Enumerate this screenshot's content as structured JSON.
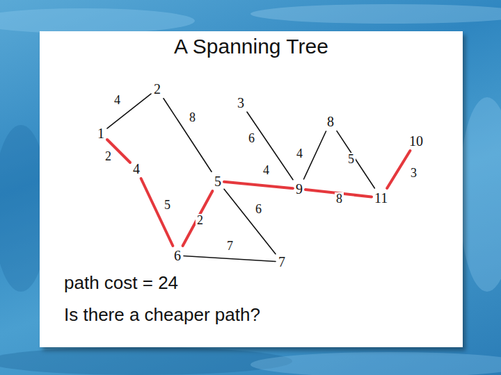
{
  "diagram": {
    "title": "A Spanning Tree",
    "nodes": [
      {
        "text": [
          "1"
        ]
      },
      {
        "text": [
          "2"
        ]
      },
      {
        "text": [
          "3"
        ]
      },
      {
        "text": [
          "4"
        ]
      },
      {
        "text": [
          "5"
        ]
      },
      {
        "text": [
          "6"
        ]
      },
      {
        "text": [
          "7"
        ]
      },
      {
        "text": [
          "8"
        ]
      },
      {
        "text": [
          "9"
        ]
      },
      {
        "text": [
          "10"
        ]
      },
      {
        "text": [
          "11"
        ]
      }
    ],
    "edges": [
      {
        "from": 0,
        "to": 1,
        "label": "4",
        "arrow": "none"
      },
      {
        "from": 1,
        "to": 4,
        "label": "8",
        "arrow": "none"
      },
      {
        "from": 2,
        "to": 8,
        "label": "6",
        "arrow": "none"
      },
      {
        "from": 0,
        "to": 3,
        "label": "2",
        "arrow": "none"
      },
      {
        "from": 3,
        "to": 5,
        "label": "5",
        "arrow": "none"
      },
      {
        "from": 5,
        "to": 4,
        "label": "2",
        "arrow": "none"
      },
      {
        "from": 4,
        "to": 8,
        "label": "4",
        "arrow": "none"
      },
      {
        "from": 8,
        "to": 10,
        "label": "8",
        "arrow": "none"
      },
      {
        "from": 10,
        "to": 9,
        "label": "3",
        "arrow": "none"
      },
      {
        "from": 8,
        "to": 7,
        "label": "4",
        "arrow": "none"
      },
      {
        "from": 7,
        "to": 10,
        "label": "5",
        "arrow": "none"
      },
      {
        "from": 4,
        "to": 6,
        "label": "6",
        "arrow": "none"
      },
      {
        "from": 5,
        "to": 6,
        "label": "7",
        "arrow": "none"
      }
    ],
    "labels": [
      "path cost = 24",
      "Is there a cheaper path?"
    ]
  }
}
